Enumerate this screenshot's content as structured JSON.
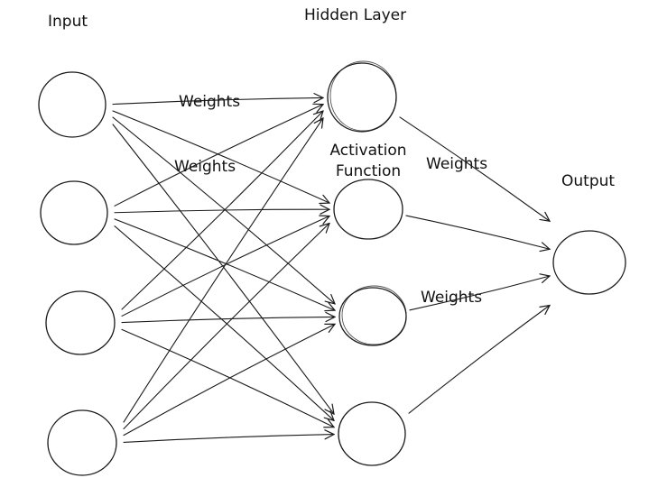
{
  "labels": {
    "input": "Input",
    "hidden": "Hidden Layer",
    "output": "Output",
    "activation_line1": "Activation",
    "activation_line2": "Function",
    "weights": "Weights"
  },
  "layers": {
    "input_count": 4,
    "hidden_count": 4,
    "output_count": 1
  },
  "colors": {
    "stroke": "#1a1a1a",
    "background": "#ffffff"
  }
}
